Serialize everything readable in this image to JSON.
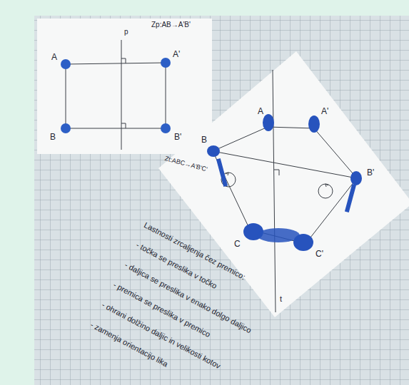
{
  "diagram": {
    "labels": [
      "Zp:AB→A'B'",
      "p",
      "A",
      "A'",
      "B",
      "B'",
      "Zt:ABC→A'B'C'",
      "A",
      "A'",
      "B",
      "B'",
      "C",
      "C'",
      "t",
      "Lastnosti zrcaljenja čez premico:",
      "- točka se preslika v točko",
      "- daljica se preslika v enako dolgo daljico",
      "- premica se preslika v premico",
      "- ohrani dolžino daljic in velikosti kotov",
      "- zamenja orientacijo lika"
    ]
  }
}
